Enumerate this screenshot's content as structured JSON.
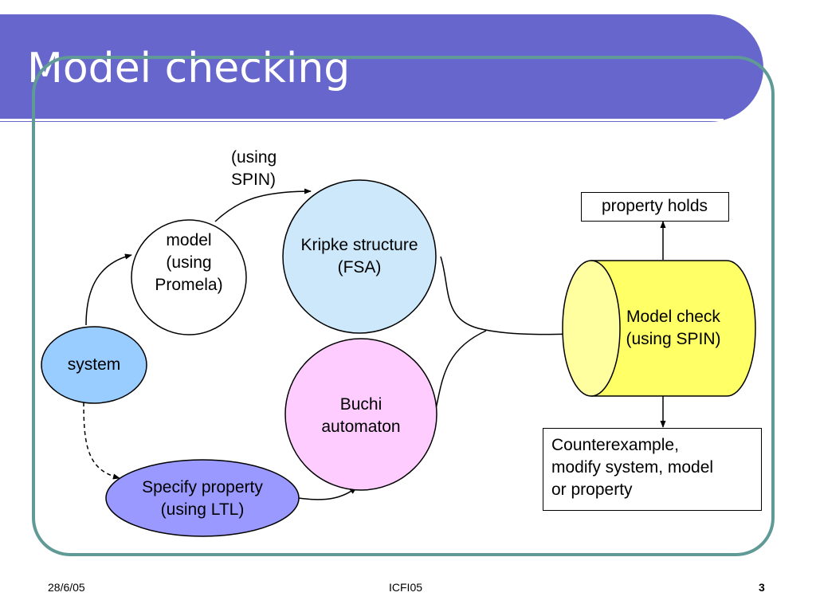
{
  "slide": {
    "title": "Model checking",
    "colors": {
      "title_bar": "#6666cc",
      "frame_border": "#5f9a96",
      "system_node": "#99ccff",
      "kripke_node": "#cce8fa",
      "buchi_node": "#ffccff",
      "specify_node": "#9999ff",
      "model_check_cylinder": "#ffff66"
    }
  },
  "diagram": {
    "nodes": {
      "system": {
        "text": "system"
      },
      "model": {
        "line1": "model",
        "line2": "(using",
        "line3": "Promela)"
      },
      "kripke": {
        "line1": "Kripke structure",
        "line2": "(FSA)"
      },
      "buchi": {
        "line1": "Buchi",
        "line2": "automaton"
      },
      "specify": {
        "line1": "Specify property",
        "line2": "(using LTL)"
      },
      "model_check": {
        "line1": "Model check",
        "line2": "(using SPIN)"
      },
      "property_holds": {
        "text": "property holds"
      },
      "counterexample": {
        "line1": "Counterexample,",
        "line2": "modify system, model",
        "line3": "or property"
      }
    },
    "edge_labels": {
      "using_spin": {
        "line1": "(using",
        "line2": "SPIN)"
      }
    }
  },
  "footer": {
    "date": "28/6/05",
    "event": "ICFI05",
    "page_number": "3"
  }
}
